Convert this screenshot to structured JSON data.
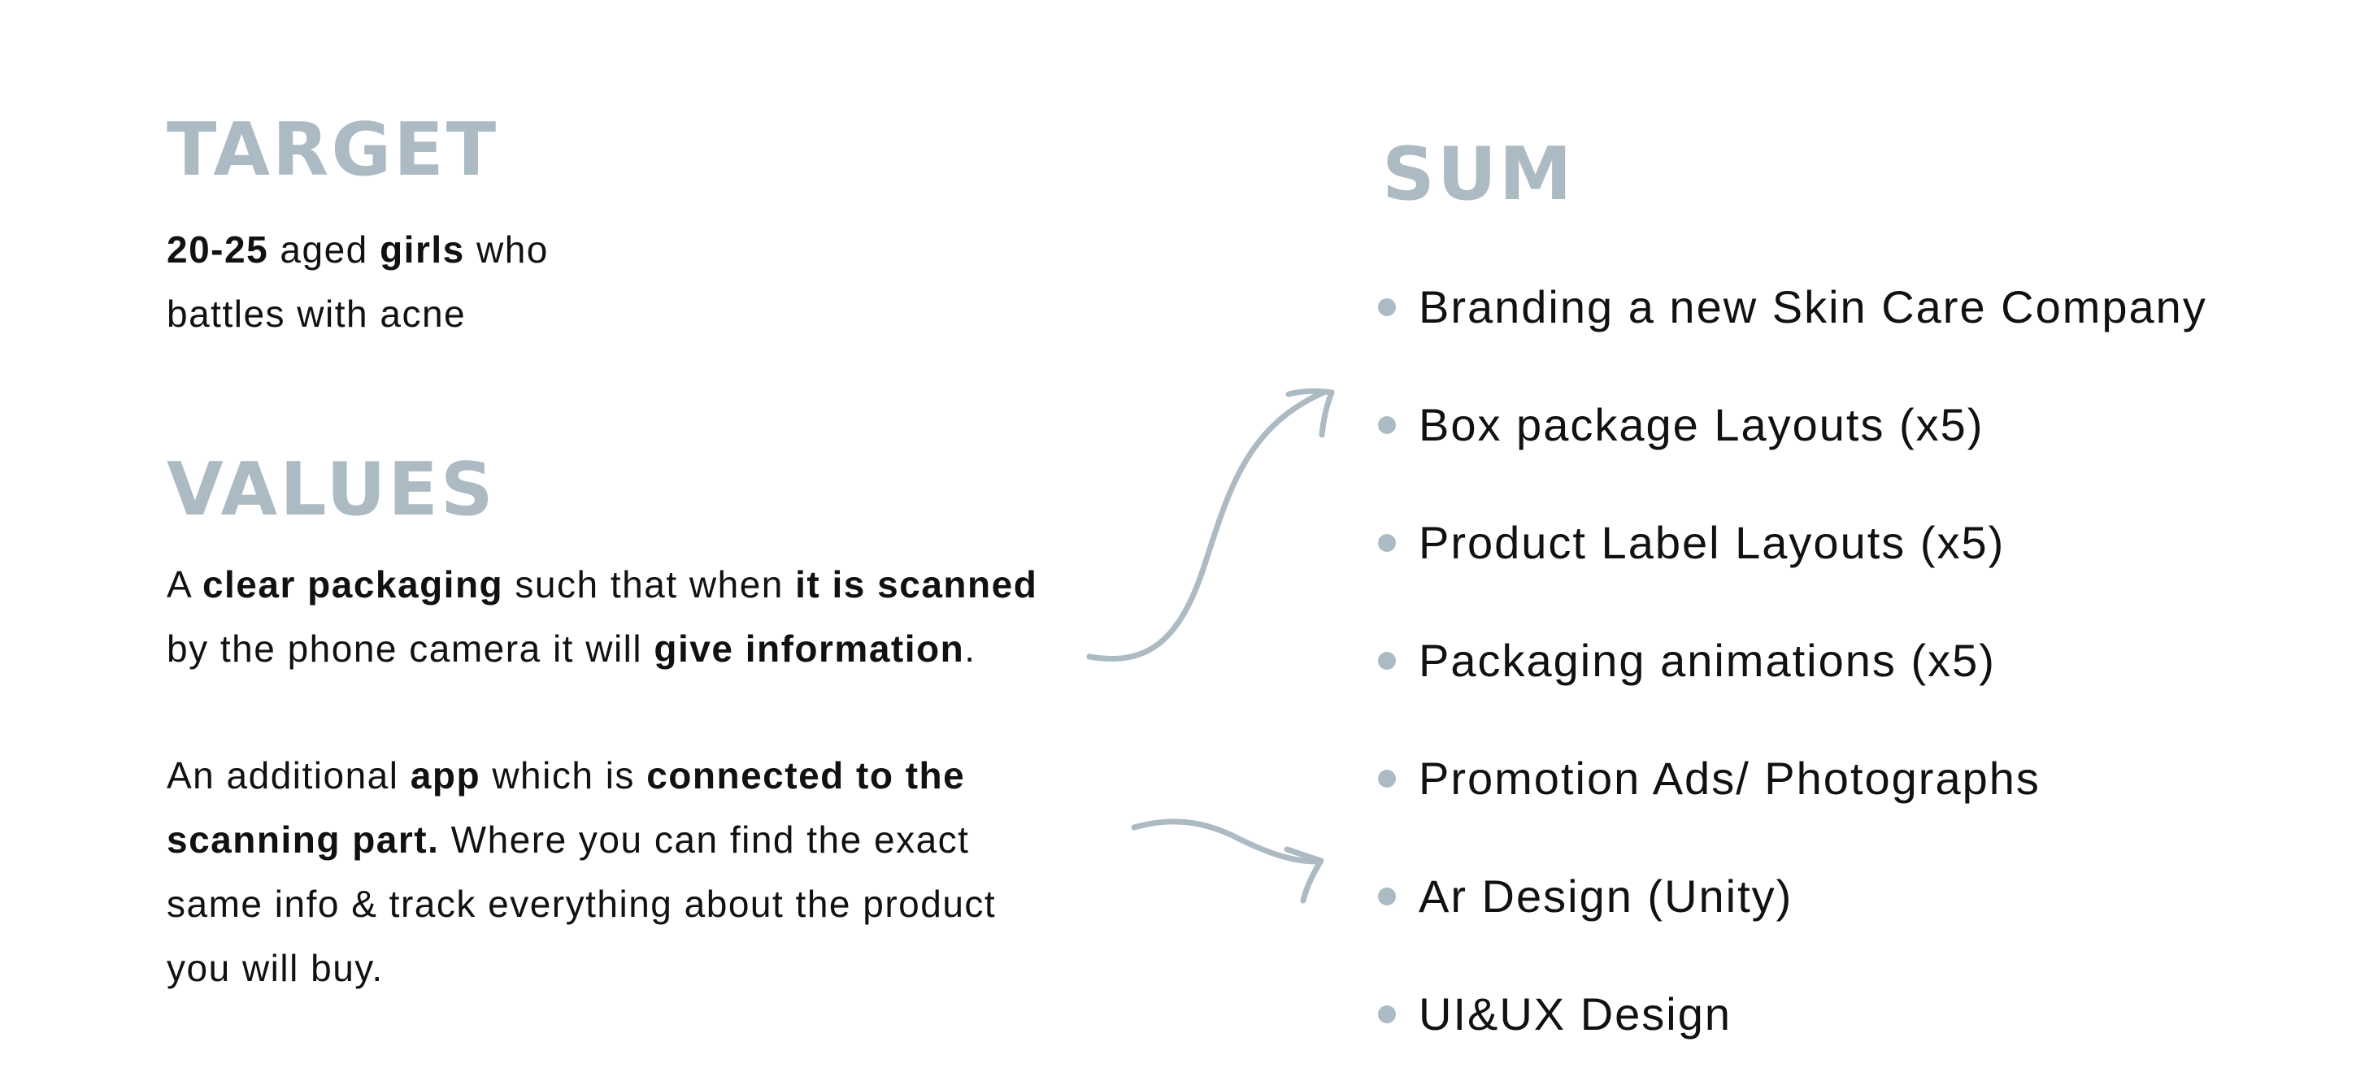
{
  "target": {
    "heading": "TARGET",
    "line1": {
      "bold1": "20-25",
      "text1": " aged ",
      "bold2": "girls",
      "text2": " who"
    },
    "line2": "battles with acne"
  },
  "values": {
    "heading": "VALUES",
    "paragraph1": {
      "l1_t1": "A ",
      "l1_b1": "clear packaging",
      "l1_t2": " such that when ",
      "l1_b2": "it is scanned",
      "l2_t1": "by the phone camera it will ",
      "l2_b1": "give information",
      "l2_t2": "."
    },
    "paragraph2": {
      "l1_t1": "An additional ",
      "l1_b1": "app",
      "l1_t2": " which is ",
      "l1_b2": "connected to the",
      "l2_b1": "scanning part.",
      "l2_t1": " Where you can find the exact",
      "l3": "same info & track everything about the product",
      "l4": "you will buy."
    }
  },
  "sum": {
    "heading": "SUM",
    "items": [
      "Branding a new Skin Care Company",
      "Box package Layouts (x5)",
      "Product Label Layouts (x5)",
      "Packaging animations (x5)",
      "Promotion Ads/ Photographs",
      "Ar Design (Unity)",
      "UI&UX Design"
    ]
  },
  "colors": {
    "heading": "#acbac3",
    "body_text": "#111111",
    "accent": "#acbac3",
    "background": "#ffffff"
  },
  "icons": {
    "bullet": "dot-icon",
    "arrow": "curved-arrow-icon"
  }
}
